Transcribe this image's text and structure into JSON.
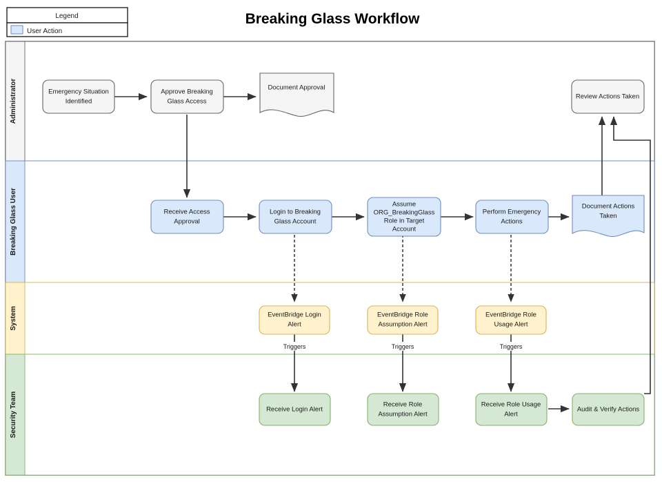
{
  "title": "Breaking Glass Workflow",
  "legend": {
    "header": "Legend",
    "items": [
      {
        "label": "User Action",
        "color": "#dae8fc",
        "border": "#6c8ebf"
      }
    ]
  },
  "colors": {
    "admin_fill": "#f5f5f5",
    "admin_border": "#666666",
    "user_fill": "#dae8fc",
    "user_border": "#6c8ebf",
    "system_fill": "#fff2cc",
    "system_border": "#d6b656",
    "security_fill": "#d5e8d4",
    "security_border": "#82b366",
    "edge": "#333333",
    "canvas_border": "#000000"
  },
  "lanes": [
    {
      "id": "administrator",
      "label": "Administrator",
      "fill": "#f5f5f5",
      "border": "#666666"
    },
    {
      "id": "breaking-glass-user",
      "label": "Breaking Glass User",
      "fill": "#dae8fc",
      "border": "#6c8ebf"
    },
    {
      "id": "system",
      "label": "System",
      "fill": "#fff2cc",
      "border": "#d6b656"
    },
    {
      "id": "security-team",
      "label": "Security Team",
      "fill": "#d5e8d4",
      "border": "#82b366"
    }
  ],
  "nodes": {
    "emergency_situation": "Emergency Situation\nIdentified",
    "approve_access": "Approve Breaking\nGlass Access",
    "document_approval": "Document Approval",
    "review_actions": "Review Actions Taken",
    "receive_approval": "Receive Access\nApproval",
    "login_account": "Login to Breaking\nGlass Account",
    "assume_role": "Assume\nORG_BreakingGlass\nRole in Target\nAccount",
    "perform_emergency": "Perform Emergency\nActions",
    "document_actions": "Document Actions\nTaken",
    "eb_login_alert": "EventBridge Login\nAlert",
    "eb_role_assumption_alert": "EventBridge Role\nAssumption Alert",
    "eb_role_usage_alert": "EventBridge Role\nUsage Alert",
    "receive_login_alert": "Receive Login Alert",
    "receive_role_assumption_alert": "Receive Role\nAssumption Alert",
    "receive_role_usage_alert": "Receive Role Usage\nAlert",
    "audit_verify": "Audit & Verify Actions"
  },
  "edge_labels": {
    "triggers_1": "Triggers",
    "triggers_2": "Triggers",
    "triggers_3": "Triggers"
  }
}
